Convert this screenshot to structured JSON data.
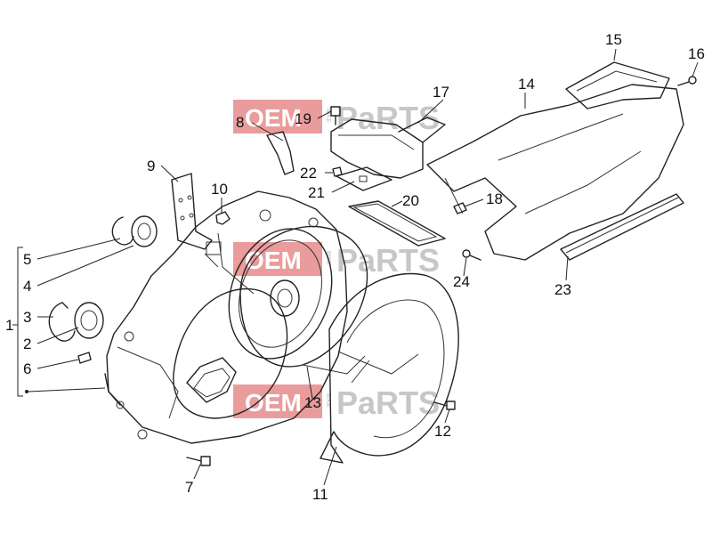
{
  "callouts": [
    {
      "id": "1",
      "text": "1"
    },
    {
      "id": "2",
      "text": "2"
    },
    {
      "id": "3",
      "text": "3"
    },
    {
      "id": "4",
      "text": "4"
    },
    {
      "id": "5",
      "text": "5"
    },
    {
      "id": "6",
      "text": "6"
    },
    {
      "id": "7",
      "text": "7"
    },
    {
      "id": "8",
      "text": "8"
    },
    {
      "id": "9",
      "text": "9"
    },
    {
      "id": "10",
      "text": "10"
    },
    {
      "id": "11",
      "text": "11"
    },
    {
      "id": "12",
      "text": "12"
    },
    {
      "id": "13",
      "text": "13"
    },
    {
      "id": "14",
      "text": "14"
    },
    {
      "id": "15",
      "text": "15"
    },
    {
      "id": "16",
      "text": "16"
    },
    {
      "id": "17",
      "text": "17"
    },
    {
      "id": "18",
      "text": "18"
    },
    {
      "id": "19",
      "text": "19"
    },
    {
      "id": "20",
      "text": "20"
    },
    {
      "id": "21",
      "text": "21"
    },
    {
      "id": "22",
      "text": "22"
    },
    {
      "id": "23",
      "text": "23"
    },
    {
      "id": "24",
      "text": "24"
    }
  ],
  "watermark": {
    "brand": "OEM",
    "tag": "BIKE",
    "suffix": "PaRTS",
    "box_color": "#d94a4a",
    "suffix_color": "#9a9a9a"
  }
}
